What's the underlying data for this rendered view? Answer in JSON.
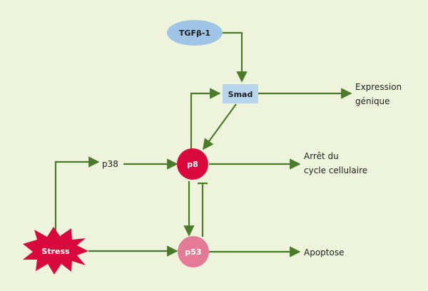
{
  "colors": {
    "background": "#eef4dc",
    "arrow": "#4b7a2a",
    "tgf_fill": "#9fc4e6",
    "smad_fill": "#b7d6ee",
    "p8_fill": "#d9093e",
    "p53_fill": "#e37a98",
    "stress_fill": "#d9093e"
  },
  "nodes": {
    "tgf": "TGFβ-1",
    "smad": "Smad",
    "p8": "p8",
    "p53": "p53",
    "stress": "Stress"
  },
  "labels": {
    "p38": "p38",
    "expression_line1": "Expression",
    "expression_line2": "génique",
    "arret_line1": "Arrêt du",
    "arret_line2": "cycle cellulaire",
    "apoptose": "Apoptose"
  }
}
